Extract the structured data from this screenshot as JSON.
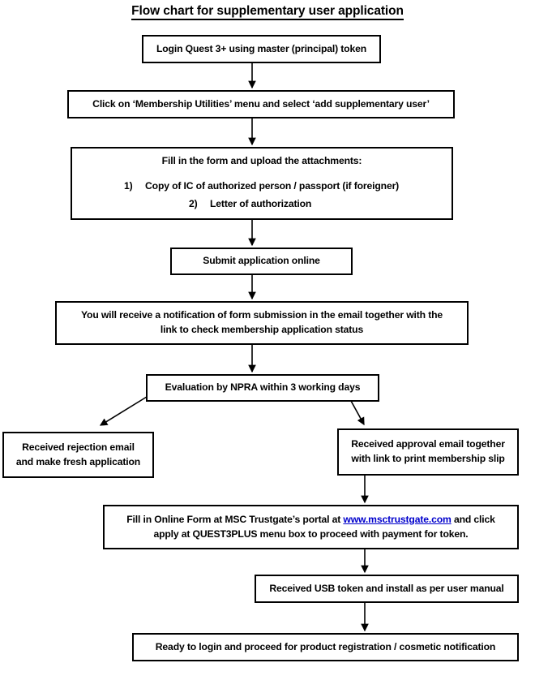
{
  "chart_data": {
    "type": "diagram",
    "title": "Flow chart for supplementary user application",
    "nodes": [
      "Login Quest 3+ using master (principal) token",
      "Click on 'Membership Utilities' menu and select 'add supplementary user'",
      "Fill in the form and upload the attachments: 1) Copy of IC of authorized person / passport (if foreigner) 2) Letter of authorization",
      "Submit application online",
      "You will receive a notification of form submission in the email together with the link to check membership application status",
      "Evaluation by NPRA within 3 working days",
      "Received rejection email and make fresh application",
      "Received approval email together with link to print membership slip",
      "Fill in Online Form at MSC Trustgate's portal at www.msctrustgate.com and click apply at QUEST3PLUS menu box to proceed with payment for token.",
      "Received USB token and install as per user manual",
      "Ready to login and proceed for product registration / cosmetic notification"
    ],
    "edges": [
      {
        "from": "Login Quest 3+ using master (principal) token",
        "to": "Click on 'Membership Utilities' menu and select 'add supplementary user'"
      },
      {
        "from": "Click on 'Membership Utilities' menu and select 'add supplementary user'",
        "to": "Fill in the form and upload the attachments"
      },
      {
        "from": "Fill in the form and upload the attachments",
        "to": "Submit application online"
      },
      {
        "from": "Submit application online",
        "to": "You will receive a notification of form submission in the email"
      },
      {
        "from": "You will receive a notification of form submission in the email",
        "to": "Evaluation by NPRA within 3 working days"
      },
      {
        "from": "Evaluation by NPRA within 3 working days",
        "to": "Received rejection email and make fresh application"
      },
      {
        "from": "Evaluation by NPRA within 3 working days",
        "to": "Received approval email together with link to print membership slip"
      },
      {
        "from": "Received approval email together with link to print membership slip",
        "to": "Fill in Online Form at MSC Trustgate's portal"
      },
      {
        "from": "Fill in Online Form at MSC Trustgate's portal",
        "to": "Received USB token and install as per user manual"
      },
      {
        "from": "Received USB token and install as per user manual",
        "to": "Ready to login and proceed for product registration / cosmetic notification"
      }
    ]
  },
  "title": "Flow chart for supplementary user application",
  "box_login": {
    "line1": "Login Quest 3+ using master (principal) token"
  },
  "box_menu": {
    "line1": "Click on ‘Membership Utilities’ menu and select ‘add supplementary user’"
  },
  "box_form": {
    "heading": "Fill in the form and upload the attachments:",
    "item1_num": "1)",
    "item1_text": "Copy of IC of authorized person / passport (if foreigner)",
    "item2_num": "2)",
    "item2_text": "Letter of authorization"
  },
  "box_submit": {
    "line1": "Submit application online"
  },
  "box_notification": {
    "line1": "You will receive a notification of form submission in the email together with the",
    "line2": "link to check membership application status"
  },
  "box_evaluation": {
    "line1": "Evaluation by NPRA within 3 working days"
  },
  "box_rejection": {
    "line1": "Received rejection email",
    "line2": "and make fresh application"
  },
  "box_approval": {
    "line1": "Received approval email together",
    "line2": "with link to print membership slip"
  },
  "box_trustgate": {
    "line1_before": "Fill in Online Form at MSC Trustgate’s portal at ",
    "link_text": "www.msctrustgate.com",
    "line1_after": " and click",
    "line2": "apply at QUEST3PLUS menu box to proceed with payment for token."
  },
  "box_usb": {
    "line1": "Received USB token and install as per user manual"
  },
  "box_ready": {
    "line1": "Ready to login and proceed for product registration / cosmetic notification"
  },
  "colors": {
    "border": "#000000",
    "text": "#000000",
    "link": "#0000cc",
    "background": "#ffffff"
  }
}
